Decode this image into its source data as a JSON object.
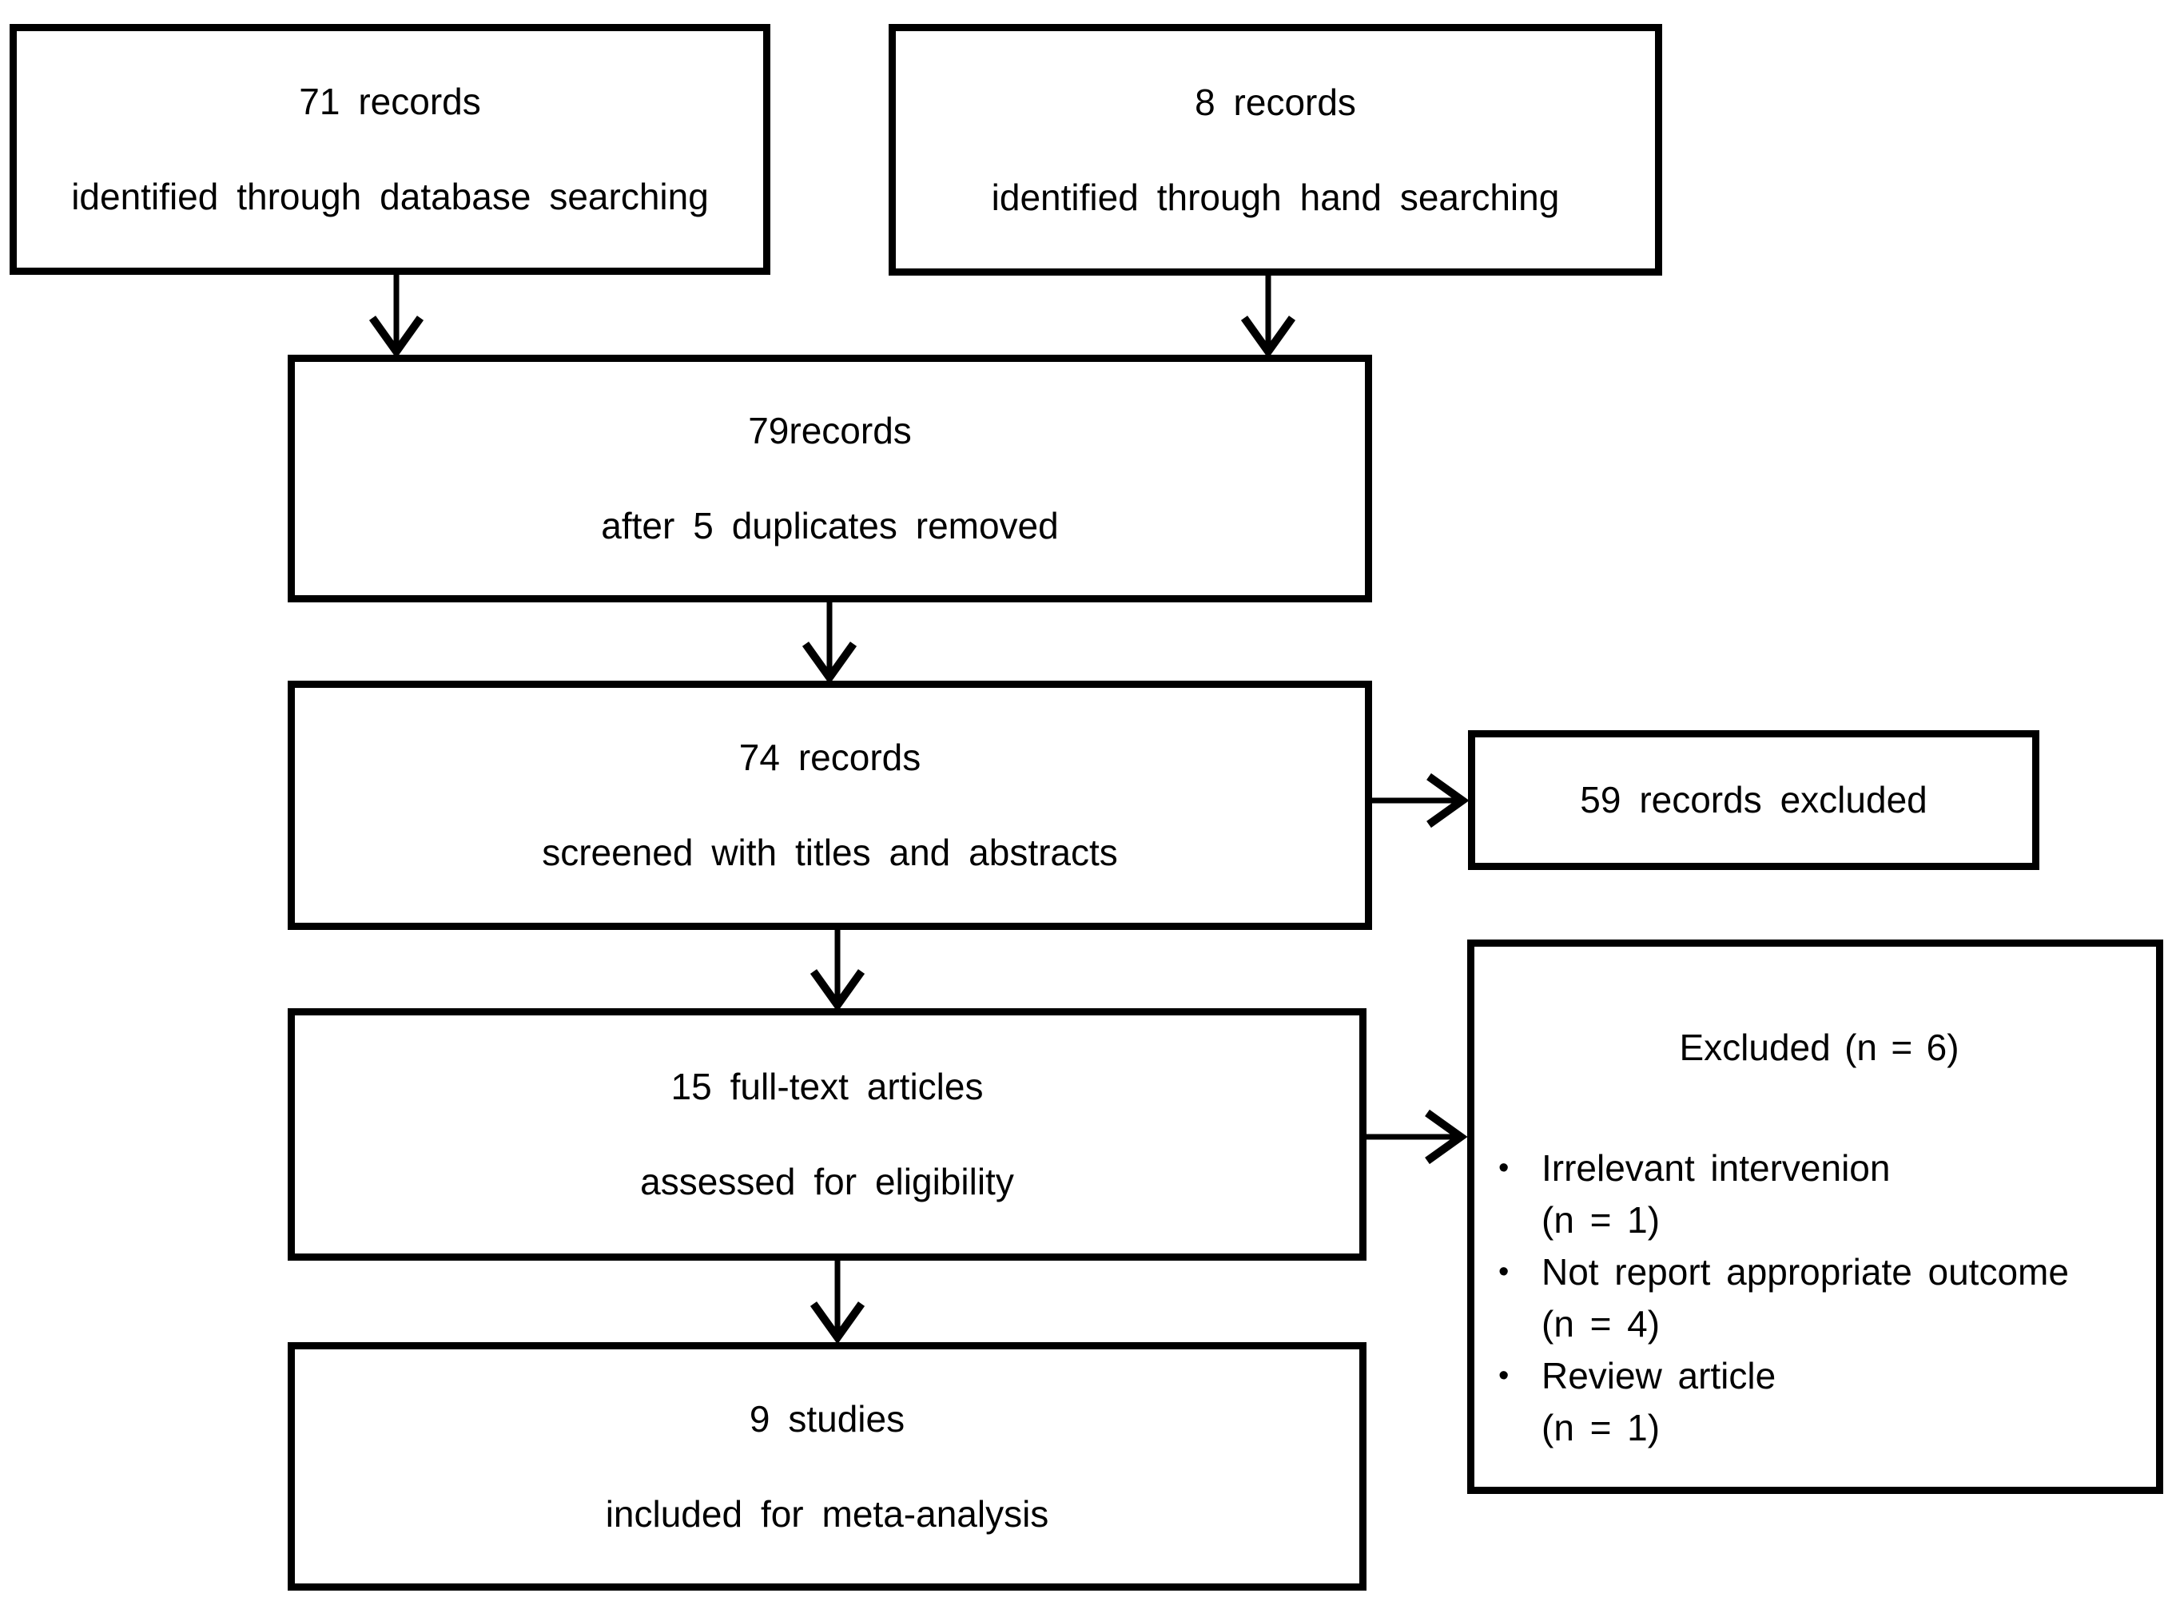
{
  "diagram": {
    "boxes": [
      {
        "id": "records-database",
        "line1": "71 records",
        "line2": "identified  through  database searching"
      },
      {
        "id": "records-hand",
        "line1": "8 records",
        "line2": "identified  through  hand  searching"
      },
      {
        "id": "after-duplicates",
        "line1": "79records",
        "line2": "after 5 duplicates removed"
      },
      {
        "id": "screened",
        "line1": "74 records",
        "line2": "screened with titles and abstracts"
      },
      {
        "id": "records-excluded",
        "line1": "59 records excluded"
      },
      {
        "id": "fulltext",
        "line1": "15 full-text  articles",
        "line2": "assessed for eligibility"
      },
      {
        "id": "included",
        "line1": "9 studies",
        "line2": "included for meta-analysis"
      }
    ],
    "excluded_box": {
      "title": "Excluded (n = 6)",
      "bullet_glyph": "•",
      "items": [
        {
          "label": "Irrelevant  intervenion",
          "count": "(n = 1)"
        },
        {
          "label": "Not report appropriate outcome",
          "count": "(n = 4)"
        },
        {
          "label": "Review article",
          "count": "(n = 1)"
        }
      ]
    },
    "colors": {
      "border": "#000000",
      "background": "#ffffff",
      "text": "#000000"
    }
  }
}
